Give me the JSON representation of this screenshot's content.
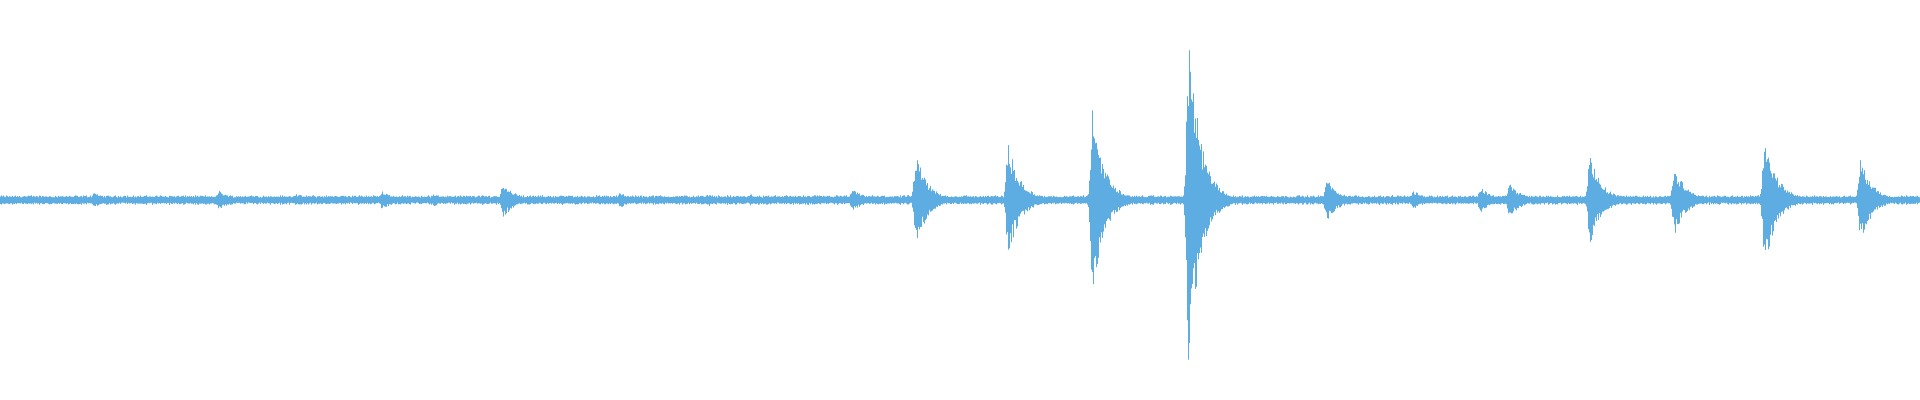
{
  "waveform": {
    "color": "#5dade2",
    "background": "#ffffff",
    "baseline_amplitude": 0.015,
    "noise_amplitude": 0.03,
    "bursts": [
      {
        "t": 0.049,
        "amp": 0.04
      },
      {
        "t": 0.114,
        "amp": 0.05
      },
      {
        "t": 0.154,
        "amp": 0.03
      },
      {
        "t": 0.199,
        "amp": 0.05
      },
      {
        "t": 0.226,
        "amp": 0.03
      },
      {
        "t": 0.262,
        "amp": 0.1
      },
      {
        "t": 0.323,
        "amp": 0.04
      },
      {
        "t": 0.369,
        "amp": 0.03
      },
      {
        "t": 0.391,
        "amp": 0.03
      },
      {
        "t": 0.408,
        "amp": 0.02
      },
      {
        "t": 0.444,
        "amp": 0.06
      },
      {
        "t": 0.477,
        "amp": 0.27
      },
      {
        "t": 0.525,
        "amp": 0.34
      },
      {
        "t": 0.569,
        "amp": 0.55
      },
      {
        "t": 0.619,
        "amp": 1.0
      },
      {
        "t": 0.691,
        "amp": 0.12
      },
      {
        "t": 0.736,
        "amp": 0.05
      },
      {
        "t": 0.771,
        "amp": 0.07
      },
      {
        "t": 0.786,
        "amp": 0.1
      },
      {
        "t": 0.828,
        "amp": 0.26
      },
      {
        "t": 0.872,
        "amp": 0.2
      },
      {
        "t": 0.919,
        "amp": 0.4
      },
      {
        "t": 0.969,
        "amp": 0.24
      }
    ]
  }
}
